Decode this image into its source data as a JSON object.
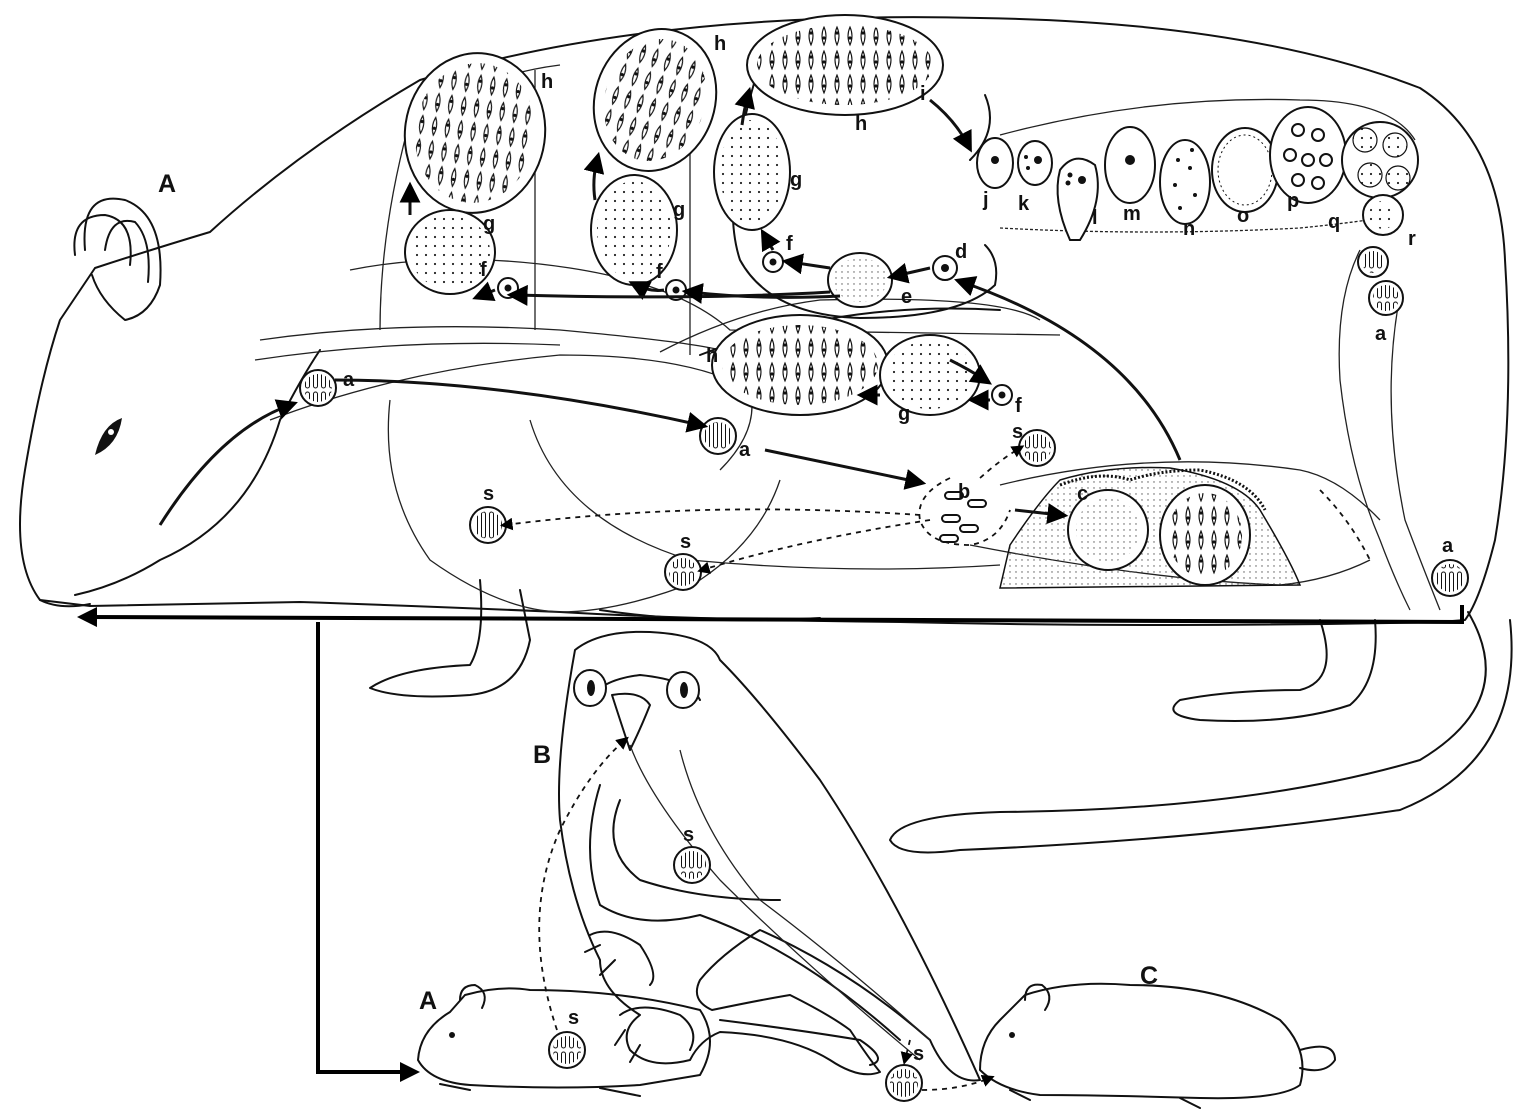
{
  "hosts": {
    "A_large": "A",
    "B": "B",
    "A_small": "A",
    "C": "C"
  },
  "stages": {
    "a": "a",
    "b": "b",
    "c": "c",
    "d": "d",
    "e": "e",
    "f": "f",
    "g": "g",
    "h": "h",
    "i": "i",
    "j": "j",
    "k": "k",
    "l": "l",
    "m": "m",
    "n": "n",
    "o": "o",
    "p": "p",
    "q": "q",
    "r": "r",
    "s": "s"
  }
}
